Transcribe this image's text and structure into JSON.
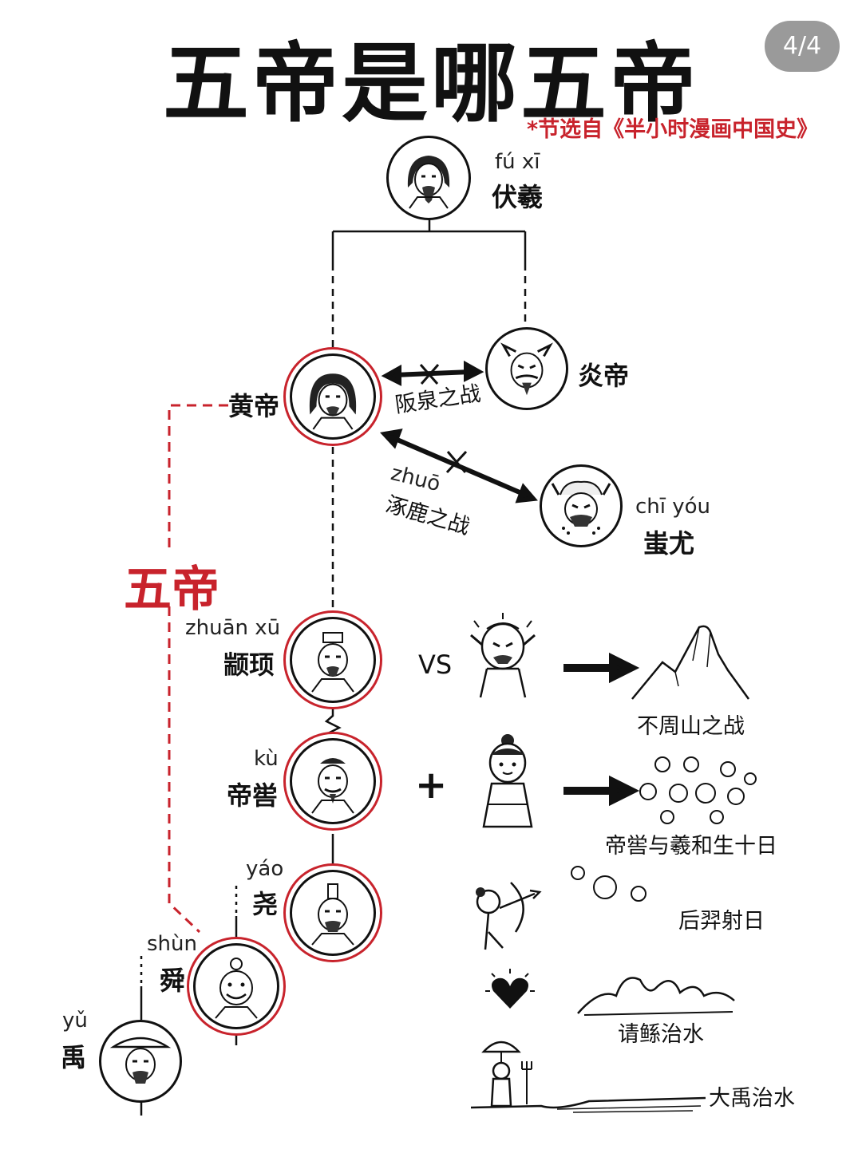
{
  "title": "五帝是哪五帝",
  "page_indicator": "4/4",
  "source_note": "*节选自《半小时漫画中国史》",
  "group_label": "五帝",
  "figures": {
    "fuxi": {
      "pinyin": "fú xī",
      "name": "伏羲"
    },
    "huangdi": {
      "pinyin": "",
      "name": "黄帝"
    },
    "yandi": {
      "pinyin": "",
      "name": "炎帝"
    },
    "chiyou": {
      "pinyin": "chī yóu",
      "name": "蚩尤"
    },
    "zhuanxu": {
      "pinyin": "zhuān xū",
      "name": "颛顼"
    },
    "ku": {
      "pinyin": "kù",
      "name": "帝喾"
    },
    "yao": {
      "pinyin": "yáo",
      "name": "尧"
    },
    "shun": {
      "pinyin": "shùn",
      "name": "舜"
    },
    "yu": {
      "pinyin": "yǔ",
      "name": "禹"
    }
  },
  "battles": {
    "banquan": {
      "label": "阪泉之战"
    },
    "zhuolu": {
      "label": "涿鹿之战",
      "pinyin": "zhuō"
    }
  },
  "events": {
    "vs_label": "VS",
    "plus_label": "+",
    "buzhou": "不周山之战",
    "ten_suns": "帝喾与羲和生十日",
    "houyi": "后羿射日",
    "gun": "请鲧治水",
    "dayu": "大禹治水"
  },
  "colors": {
    "accent_red": "#c8232c",
    "ink": "#111111",
    "badge_gray": "#9a9a9a"
  },
  "icons": [
    "crossed-swords-icon",
    "mountain-icon",
    "sun-icon",
    "heart-icon",
    "bow-icon",
    "wave-icon",
    "umbrella-icon"
  ]
}
